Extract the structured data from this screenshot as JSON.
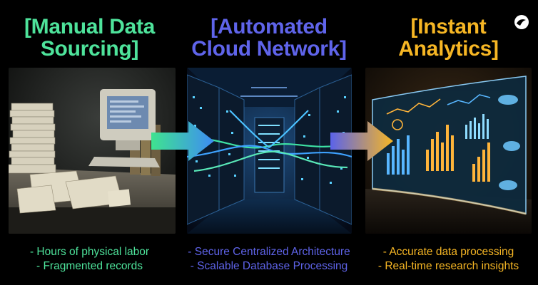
{
  "colors": {
    "green": "#4ee39b",
    "blue": "#5f64ea",
    "yellow": "#f6b624",
    "background": "#000000"
  },
  "columns": [
    {
      "title_lines": [
        "[Manual Data",
        "Sourcing]"
      ],
      "bullets": [
        "- Hours of physical labor",
        "- Fragmented records"
      ],
      "image": "cluttered-desk-with-paper-stacks-and-old-crt-computer"
    },
    {
      "title_lines": [
        "[Automated",
        "Cloud Network]"
      ],
      "bullets": [
        "- Secure Centralized Architecture",
        "- Scalable Database Processing"
      ],
      "image": "server-room-with-glowing-cables"
    },
    {
      "title_lines": [
        "[Instant",
        "Analytics]"
      ],
      "bullets": [
        "- Accurate data processing",
        "- Real-time research insights"
      ],
      "image": "curved-holographic-analytics-dashboard"
    }
  ],
  "logo_icon": "swirl-logo-icon"
}
